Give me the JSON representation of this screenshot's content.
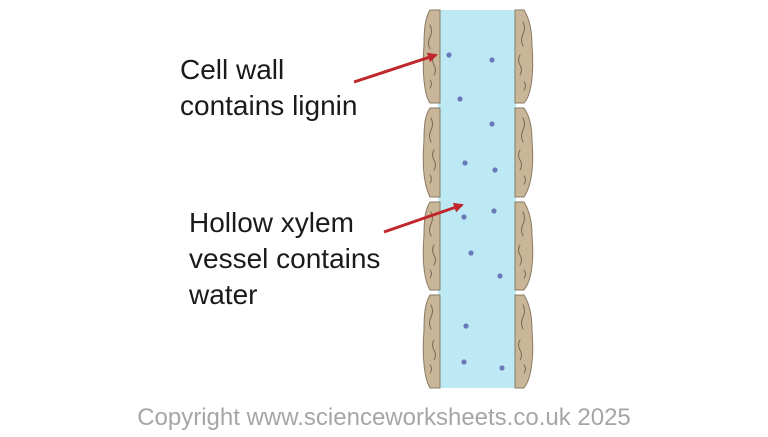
{
  "labels": {
    "cell_wall": {
      "line1": "Cell wall",
      "line2": "contains lignin"
    },
    "xylem": {
      "line1": "Hollow xylem",
      "line2": "vessel contains",
      "line3": "water"
    }
  },
  "copyright": "Copyright www.scienceworksheets.co.uk 2025",
  "colors": {
    "wall_fill": "#c9b597",
    "wall_stroke": "#8a7a64",
    "lumen_fill": "#bde9f4",
    "water_dot": "#6a79b8",
    "arrow": "#c0272d",
    "text": "#1a1a1a",
    "copyright_text": "#a6a6a6"
  }
}
